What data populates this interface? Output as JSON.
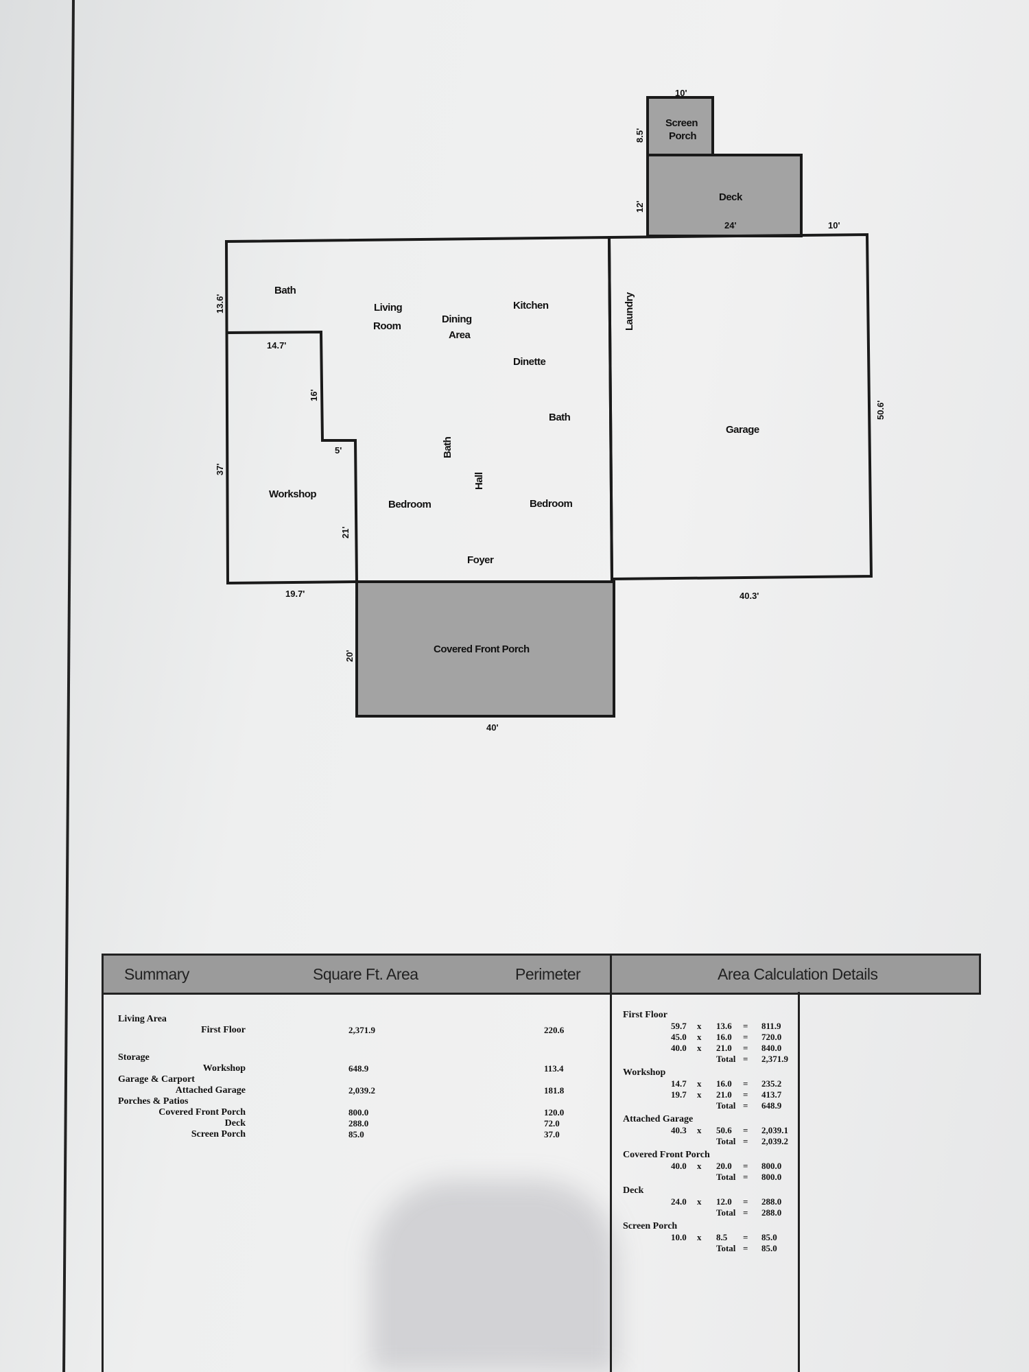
{
  "plan": {
    "rooms": {
      "bath_top": "Bath",
      "living": "Living",
      "room": "Room",
      "dining": "Dining",
      "area": "Area",
      "kitchen": "Kitchen",
      "laundry": "Laundry",
      "dinette": "Dinette",
      "bath_right": "Bath",
      "bath_center": "Bath",
      "hall": "Hall",
      "workshop": "Workshop",
      "bedroom_left": "Bedroom",
      "bedroom_right": "Bedroom",
      "foyer": "Foyer",
      "garage": "Garage",
      "deck": "Deck",
      "screen": "Screen",
      "porch": "Porch",
      "front_porch": "Covered Front Porch"
    },
    "dims": {
      "d10_top": "10'",
      "d8_5": "8.5'",
      "d12": "12'",
      "d24": "24'",
      "d10_right": "10'",
      "d13_6": "13.6'",
      "d14_7": "14.7'",
      "d16": "16'",
      "d5": "5'",
      "d37": "37'",
      "d21": "21'",
      "d19_7": "19.7'",
      "d50_6": "50.6'",
      "d40_3": "40.3'",
      "d20": "20'",
      "d40": "40'"
    },
    "colors": {
      "shaded": "#a3a3a3",
      "line": "#1a1a1a"
    }
  },
  "summary": {
    "headers": {
      "summary": "Summary",
      "area": "Square Ft. Area",
      "perimeter": "Perimeter",
      "details": "Area Calculation Details"
    },
    "rows": [
      {
        "group": "Living Area",
        "label": "",
        "area": "",
        "perimeter": ""
      },
      {
        "group": "",
        "label": "First Floor",
        "area": "2,371.9",
        "perimeter": "220.6"
      },
      {
        "group": "Storage",
        "label": "",
        "area": "",
        "perimeter": ""
      },
      {
        "group": "",
        "label": "Workshop",
        "area": "648.9",
        "perimeter": "113.4"
      },
      {
        "group": "Garage & Carport",
        "label": "",
        "area": "",
        "perimeter": ""
      },
      {
        "group": "",
        "label": "Attached Garage",
        "area": "2,039.2",
        "perimeter": "181.8"
      },
      {
        "group": "Porches & Patios",
        "label": "",
        "area": "",
        "perimeter": ""
      },
      {
        "group": "",
        "label": "Covered Front Porch",
        "area": "800.0",
        "perimeter": "120.0"
      },
      {
        "group": "",
        "label": "Deck",
        "area": "288.0",
        "perimeter": "72.0"
      },
      {
        "group": "",
        "label": "Screen Porch",
        "area": "85.0",
        "perimeter": "37.0"
      }
    ],
    "details": [
      {
        "title": "First Floor",
        "lines": [
          {
            "a": "59.7",
            "x": "x",
            "b": "13.6",
            "eq": "=",
            "r": "811.9"
          },
          {
            "a": "45.0",
            "x": "x",
            "b": "16.0",
            "eq": "=",
            "r": "720.0"
          },
          {
            "a": "40.0",
            "x": "x",
            "b": "21.0",
            "eq": "=",
            "r": "840.0"
          },
          {
            "a": "",
            "x": "",
            "b": "Total",
            "eq": "=",
            "r": "2,371.9"
          }
        ]
      },
      {
        "title": "Workshop",
        "lines": [
          {
            "a": "14.7",
            "x": "x",
            "b": "16.0",
            "eq": "=",
            "r": "235.2"
          },
          {
            "a": "19.7",
            "x": "x",
            "b": "21.0",
            "eq": "=",
            "r": "413.7"
          },
          {
            "a": "",
            "x": "",
            "b": "Total",
            "eq": "=",
            "r": "648.9"
          }
        ]
      },
      {
        "title": "Attached Garage",
        "lines": [
          {
            "a": "40.3",
            "x": "x",
            "b": "50.6",
            "eq": "=",
            "r": "2,039.1"
          },
          {
            "a": "",
            "x": "",
            "b": "Total",
            "eq": "=",
            "r": "2,039.2"
          }
        ]
      },
      {
        "title": "Covered Front Porch",
        "lines": [
          {
            "a": "40.0",
            "x": "x",
            "b": "20.0",
            "eq": "=",
            "r": "800.0"
          },
          {
            "a": "",
            "x": "",
            "b": "Total",
            "eq": "=",
            "r": "800.0"
          }
        ]
      },
      {
        "title": "Deck",
        "lines": [
          {
            "a": "24.0",
            "x": "x",
            "b": "12.0",
            "eq": "=",
            "r": "288.0"
          },
          {
            "a": "",
            "x": "",
            "b": "Total",
            "eq": "=",
            "r": "288.0"
          }
        ]
      },
      {
        "title": "Screen Porch",
        "lines": [
          {
            "a": "10.0",
            "x": "x",
            "b": "8.5",
            "eq": "=",
            "r": "85.0"
          },
          {
            "a": "",
            "x": "",
            "b": "Total",
            "eq": "=",
            "r": "85.0"
          }
        ]
      }
    ]
  }
}
